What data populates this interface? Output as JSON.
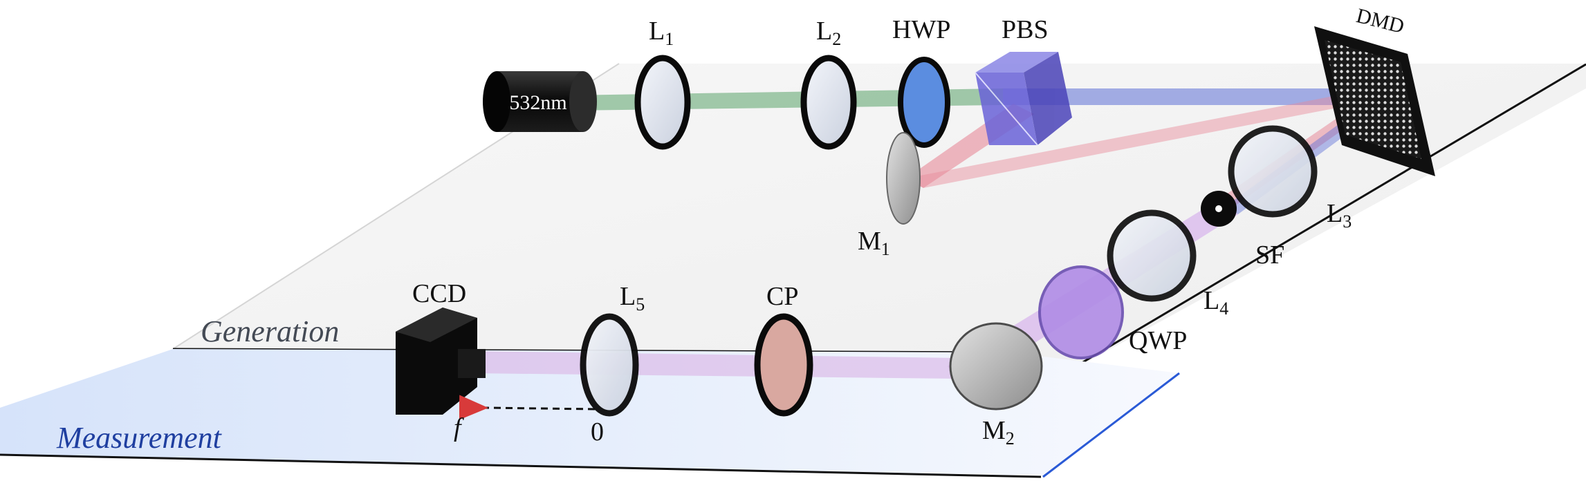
{
  "labels": {
    "laser": "532nm",
    "l1": "L",
    "l1_sub": "1",
    "l2": "L",
    "l2_sub": "2",
    "hwp": "HWP",
    "pbs": "PBS",
    "dmd": "DMD",
    "m1": "M",
    "m1_sub": "1",
    "l3": "L",
    "l3_sub": "3",
    "sf": "SF",
    "l4": "L",
    "l4_sub": "4",
    "qwp": "QWP",
    "m2": "M",
    "m2_sub": "2",
    "cp": "CP",
    "l5": "L",
    "l5_sub": "5",
    "ccd": "CCD",
    "f": "f",
    "zero": "0"
  },
  "planes": {
    "generation": "Generation",
    "measurement": "Measurement"
  },
  "colors": {
    "green_beam": "#5aa36a",
    "blue_beam": "#5d6fd6",
    "red_beam": "#e88a9a",
    "violet_beam": "#d7b3ec",
    "hwp_fill": "#5b8de0",
    "pbs_fill": "#6a63d8",
    "qwp_fill": "#b08ce6",
    "cp_fill": "#d9a8a0",
    "measurement_plane": "#dde8fb",
    "measurement_text": "#1f3fa0",
    "generation_text": "#444a55"
  }
}
